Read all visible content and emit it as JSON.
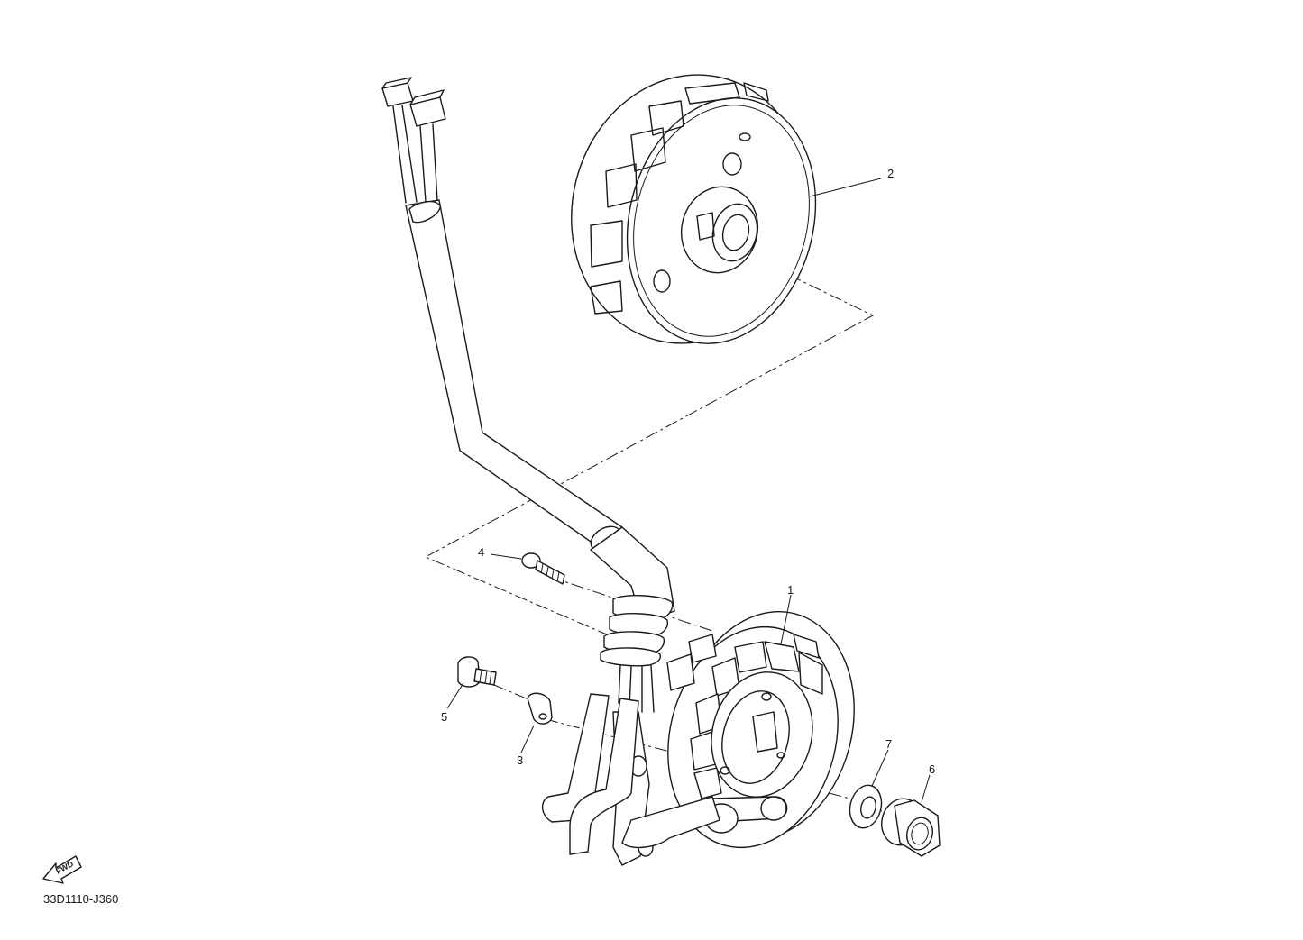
{
  "diagram": {
    "drawing_code": "33D1110-J360",
    "direction_marker": "FWD",
    "callouts": [
      {
        "id": "1",
        "label": "1"
      },
      {
        "id": "2",
        "label": "2"
      },
      {
        "id": "3",
        "label": "3"
      },
      {
        "id": "4",
        "label": "4"
      },
      {
        "id": "5",
        "label": "5"
      },
      {
        "id": "6",
        "label": "6"
      },
      {
        "id": "7",
        "label": "7"
      }
    ]
  }
}
